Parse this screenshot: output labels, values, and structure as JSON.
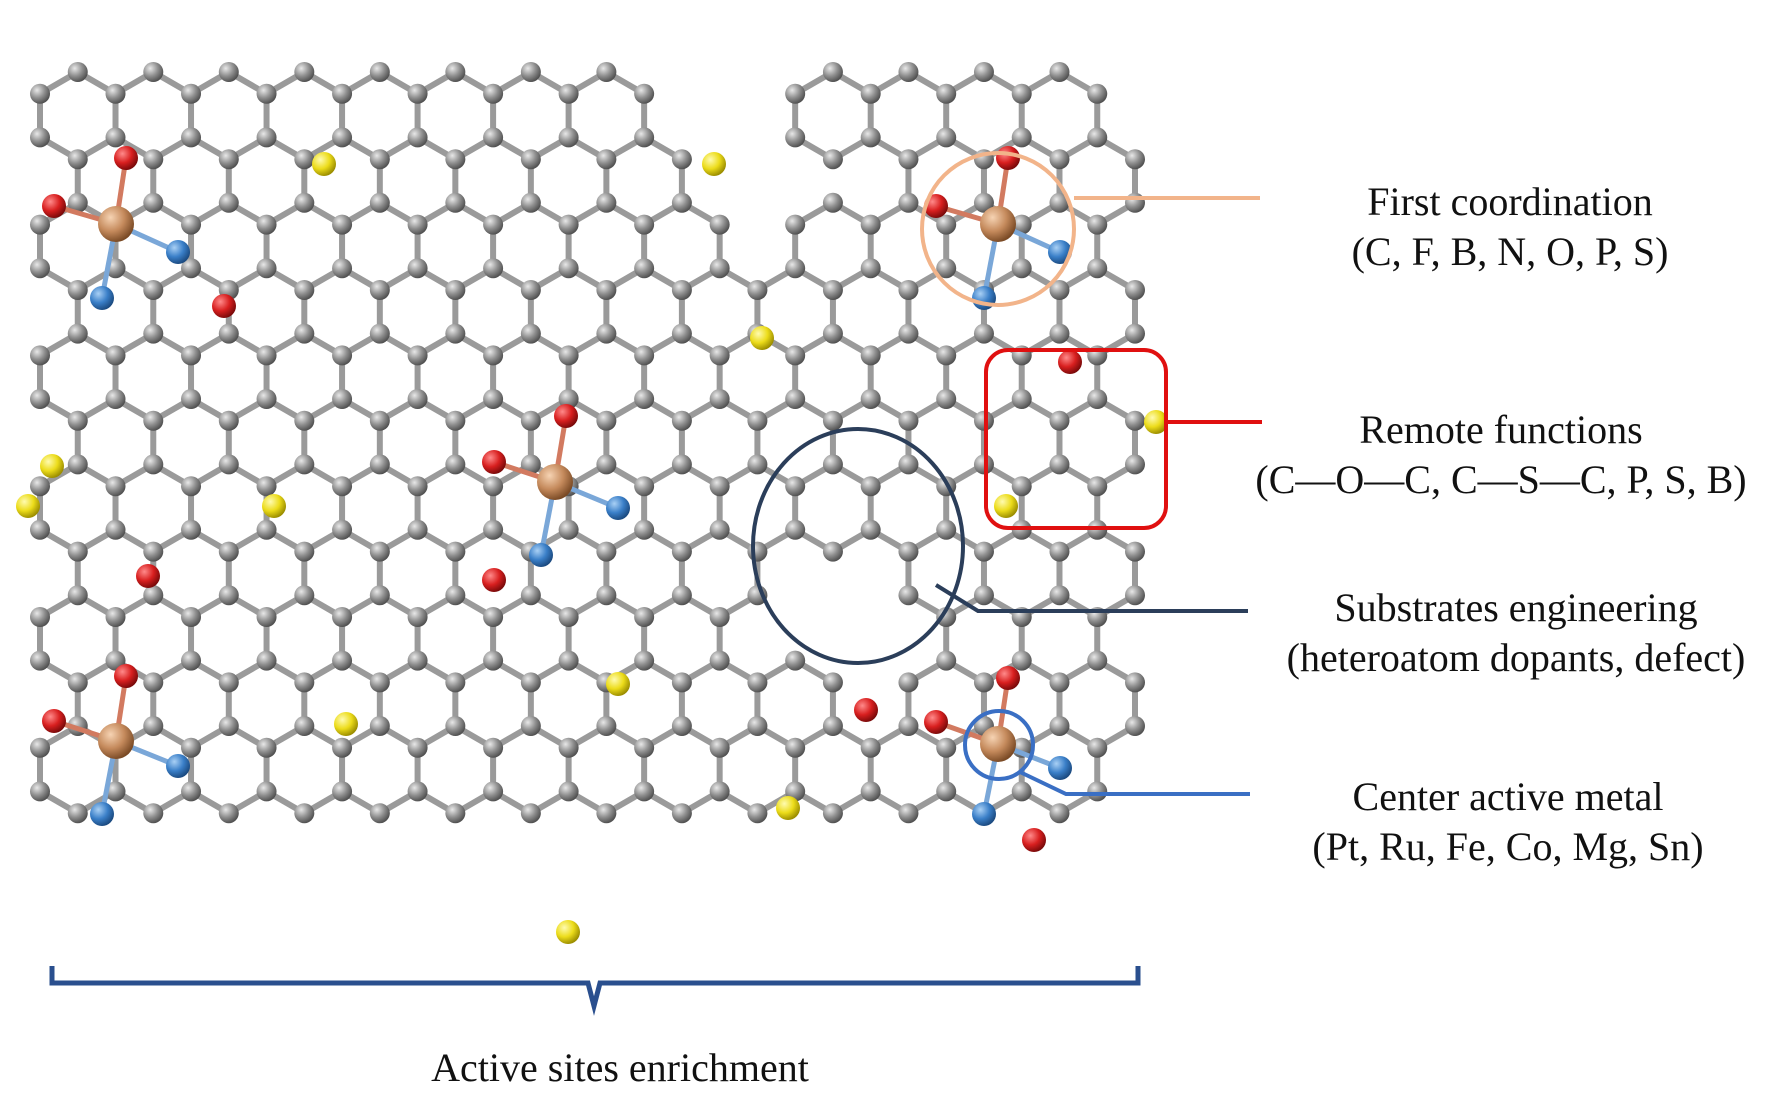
{
  "figure": {
    "callouts": {
      "first_coordination": {
        "title": "First coordination",
        "detail": "(C, F, B, N, O, P, S)"
      },
      "remote_functions": {
        "title": "Remote functions",
        "detail": "(C—O—C, C—S—C, P, S, B)"
      },
      "substrates_engineering": {
        "title": "Substrates engineering",
        "detail": "(heteroatom dopants, defect)"
      },
      "center_active_metal": {
        "title": "Center active metal",
        "detail": "(Pt, Ru, Fe, Co, Mg, Sn)"
      }
    },
    "bracket_label": "Active sites enrichment",
    "colors": {
      "carbon": "#8c8c8c",
      "oxygen": "#d81f1f",
      "nitrogen": "#3a7fc8",
      "sulfur": "#ecdc1a",
      "metal": "#c58a5c",
      "first_coordination_ring": "#f2b48a",
      "remote_functions_box": "#e01010",
      "substrates_ring": "#2b3e5a",
      "center_metal_ring": "#3a6fc4",
      "bracket": "#2a4f8e"
    }
  }
}
